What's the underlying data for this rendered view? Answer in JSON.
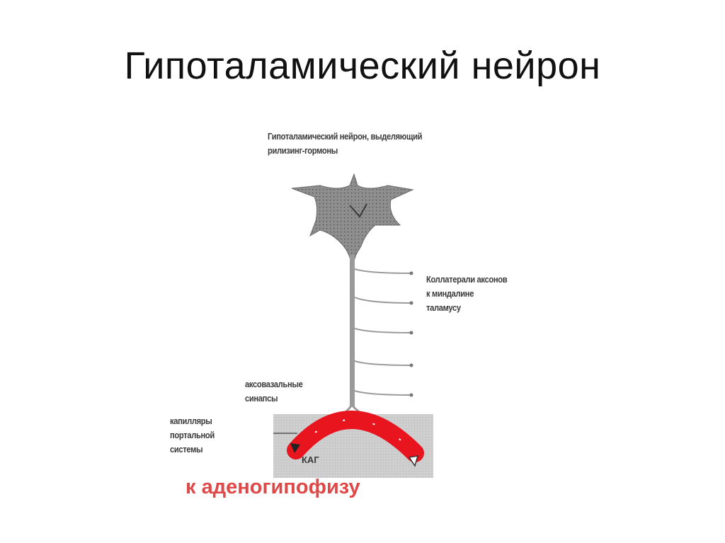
{
  "title": "Гипоталамический нейрон",
  "labels": {
    "neuron": [
      "Гипоталамический нейрон, выделяющий",
      "рилизинг-гормоны"
    ],
    "collaterals": [
      "Коллатерали аксонов",
      "к миндалине",
      "таламусу"
    ],
    "synapses": [
      "аксовазальные",
      "синапсы"
    ],
    "capillaries": [
      "капилляры",
      "портальной",
      "системы"
    ],
    "kag": "КАГ",
    "destination": "к аденогипофизу"
  },
  "colors": {
    "capillary_red": "#e8141e",
    "neuron_gray": "#8a8a8a",
    "zone_gray": "#cfcfcf",
    "destination_text": "#e04848"
  }
}
